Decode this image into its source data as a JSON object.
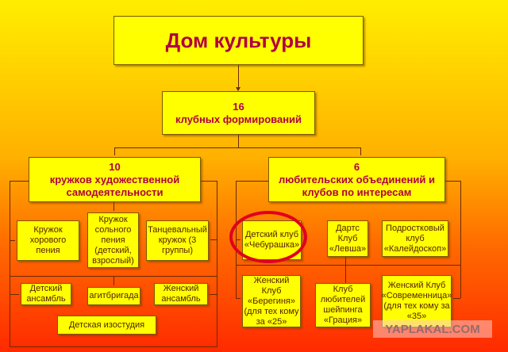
{
  "title": "Дом культуры",
  "total": {
    "count": "16",
    "label": "клубных формирований"
  },
  "left": {
    "count": "10",
    "label": "кружков художественной самодеятельности",
    "items": [
      "Кружок хорового пения",
      "Кружок сольного пения (детский, взрослый)",
      "Танцевальный кружок (3 группы)",
      "Детский ансамбль",
      "агитбригада",
      "Женский ансамбль",
      "Детская изостудия"
    ]
  },
  "right": {
    "count": "6",
    "label": "любительских объединений и клубов по интересам",
    "items": [
      "Детский клуб «Чебурашка»",
      "Дартс Клуб «Левша»",
      "Подростковый клуб «Калейдоскоп»",
      "Женский Клуб «Берегиня» (для тех кому за «25»",
      "Клуб любителей шейпинга «Грация»",
      "Женский Клуб «Современница» (для тех кому за «35»"
    ]
  },
  "watermark": "YAPLAKAL.COM"
}
